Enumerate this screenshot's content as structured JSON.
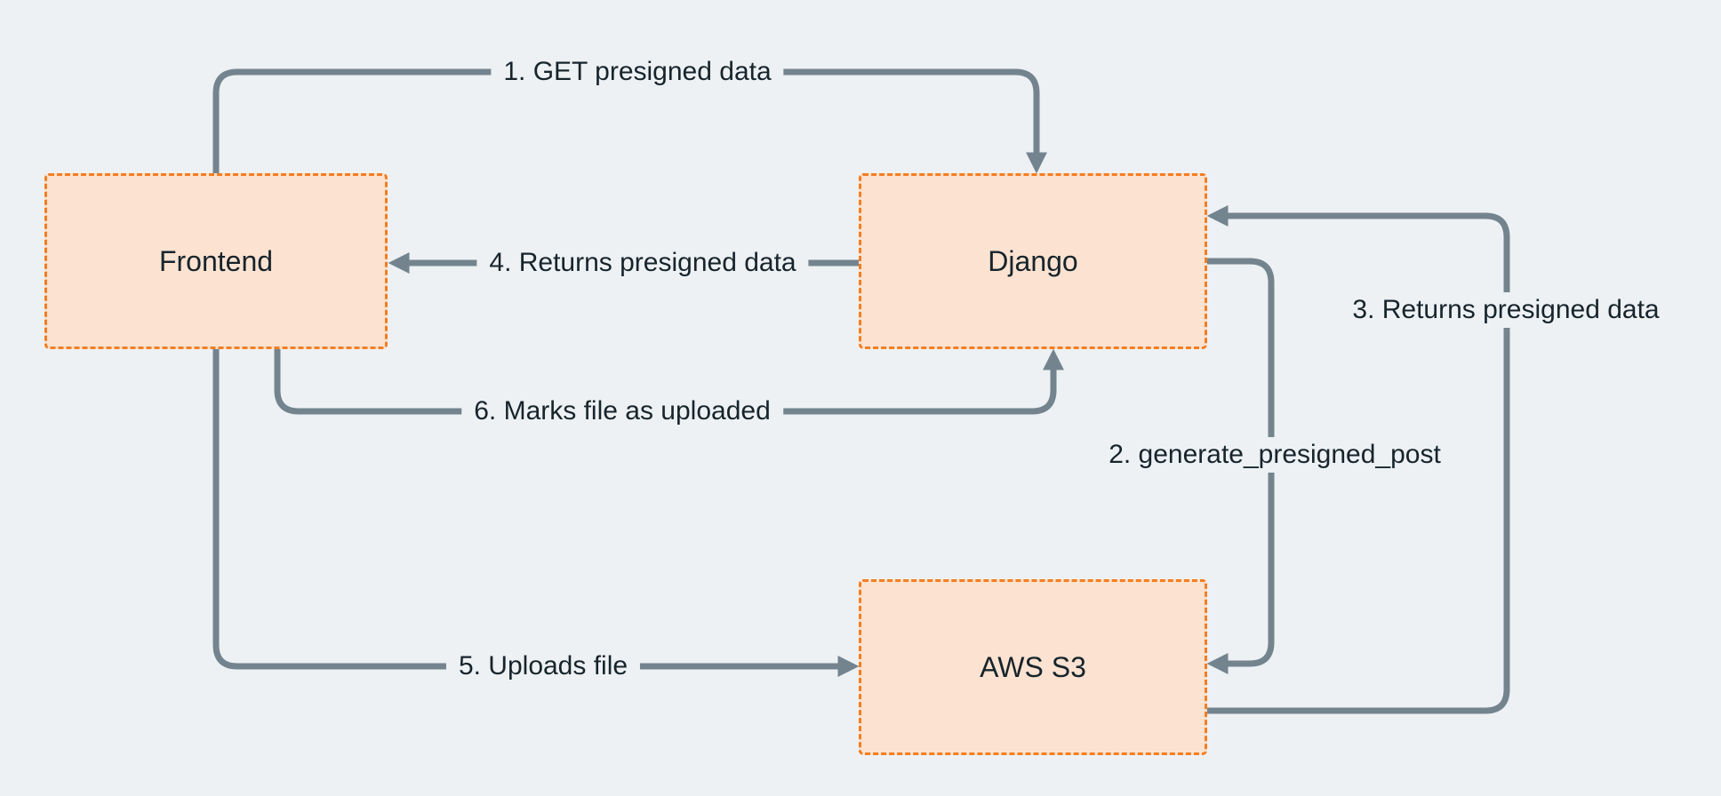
{
  "colors": {
    "background": "#edf1f4",
    "node_fill": "#fce3d1",
    "node_border": "#f57d20",
    "arrow": "#73848e",
    "text": "#17242c"
  },
  "nodes": {
    "frontend": {
      "label": "Frontend"
    },
    "django": {
      "label": "Django"
    },
    "aws_s3": {
      "label": "AWS S3"
    }
  },
  "edges": {
    "e1": {
      "label": "1. GET presigned data",
      "from": "frontend",
      "to": "django"
    },
    "e2": {
      "label": "2. generate_presigned_post",
      "from": "django",
      "to": "aws_s3"
    },
    "e3": {
      "label": "3. Returns presigned data",
      "from": "aws_s3",
      "to": "django"
    },
    "e4": {
      "label": "4. Returns presigned data",
      "from": "django",
      "to": "frontend"
    },
    "e5": {
      "label": "5. Uploads file",
      "from": "frontend",
      "to": "aws_s3"
    },
    "e6": {
      "label": "6. Marks file as  uploaded",
      "from": "frontend",
      "to": "django"
    }
  }
}
